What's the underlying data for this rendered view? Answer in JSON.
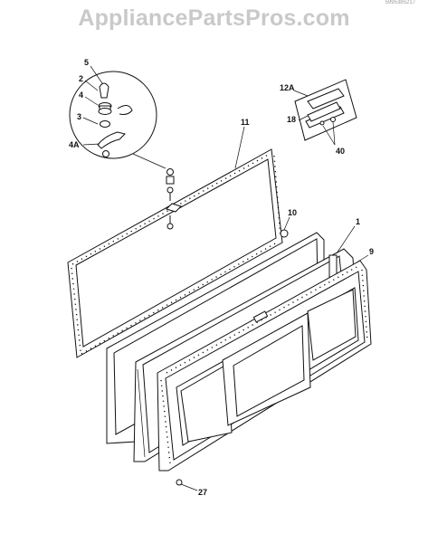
{
  "watermark": "AppliancePartsPros.com",
  "reference_code": "5995385217",
  "callouts": {
    "c5": "5",
    "c2": "2",
    "c4": "4",
    "c3": "3",
    "c4a": "4A",
    "c11": "11",
    "c10": "10",
    "c1": "1",
    "c9": "9",
    "c12a": "12A",
    "c18": "18",
    "c40": "40",
    "c27": "27"
  }
}
